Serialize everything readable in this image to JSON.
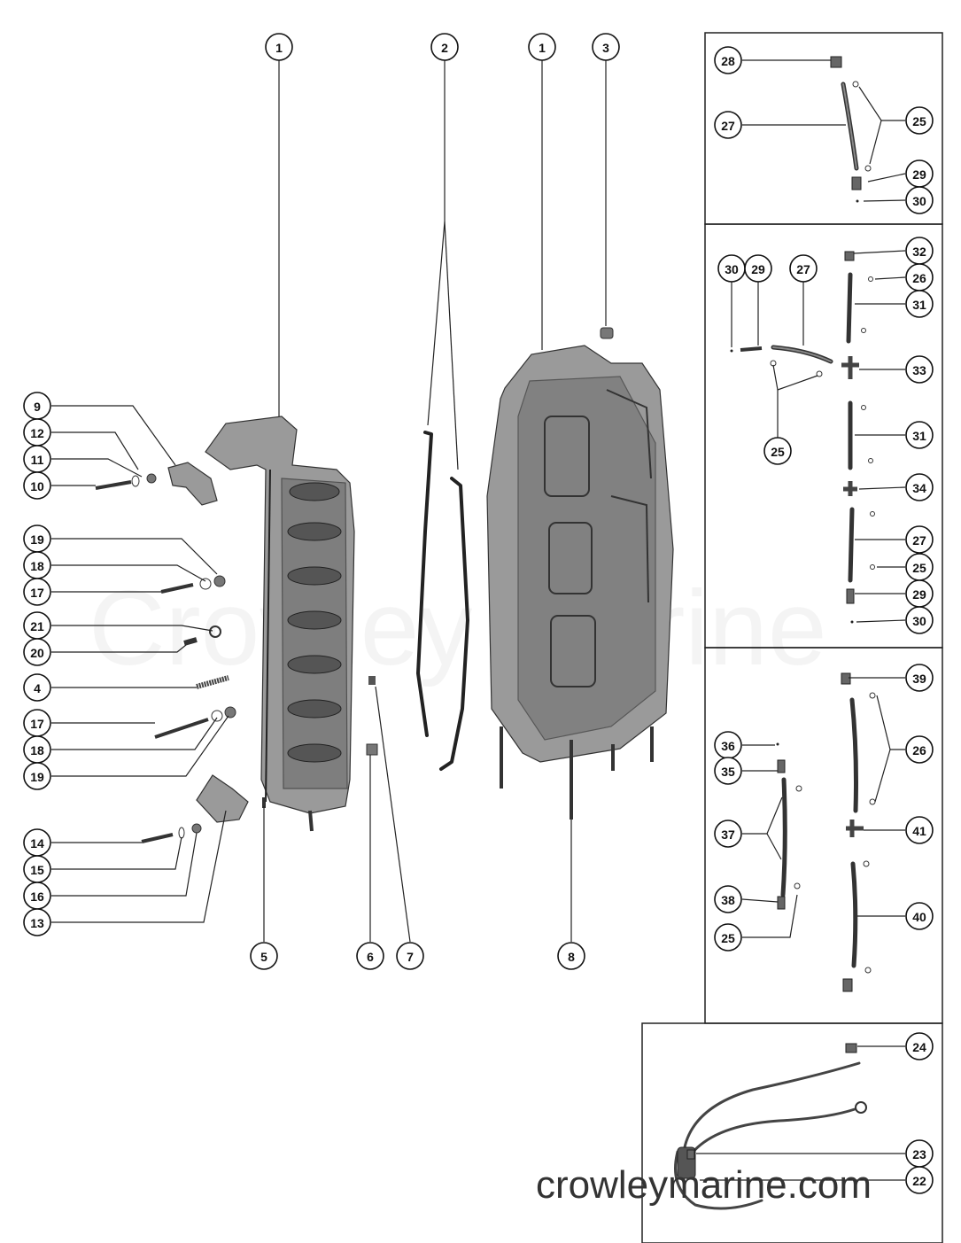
{
  "watermark_center": "Crowley Marine",
  "watermark_footer": "crowleymarine.com",
  "callouts": [
    {
      "id": "c1a",
      "label": "1"
    },
    {
      "id": "c2",
      "label": "2"
    },
    {
      "id": "c1b",
      "label": "1"
    },
    {
      "id": "c3",
      "label": "3"
    },
    {
      "id": "c9",
      "label": "9"
    },
    {
      "id": "c12",
      "label": "12"
    },
    {
      "id": "c11",
      "label": "11"
    },
    {
      "id": "c10",
      "label": "10"
    },
    {
      "id": "c19a",
      "label": "19"
    },
    {
      "id": "c18a",
      "label": "18"
    },
    {
      "id": "c17a",
      "label": "17"
    },
    {
      "id": "c21",
      "label": "21"
    },
    {
      "id": "c20",
      "label": "20"
    },
    {
      "id": "c4",
      "label": "4"
    },
    {
      "id": "c17b",
      "label": "17"
    },
    {
      "id": "c18b",
      "label": "18"
    },
    {
      "id": "c19b",
      "label": "19"
    },
    {
      "id": "c14",
      "label": "14"
    },
    {
      "id": "c15",
      "label": "15"
    },
    {
      "id": "c16",
      "label": "16"
    },
    {
      "id": "c13",
      "label": "13"
    },
    {
      "id": "c5",
      "label": "5"
    },
    {
      "id": "c6",
      "label": "6"
    },
    {
      "id": "c7",
      "label": "7"
    },
    {
      "id": "c8",
      "label": "8"
    },
    {
      "id": "c28",
      "label": "28"
    },
    {
      "id": "c27a",
      "label": "27"
    },
    {
      "id": "c25a",
      "label": "25"
    },
    {
      "id": "c29a",
      "label": "29"
    },
    {
      "id": "c30a",
      "label": "30"
    },
    {
      "id": "c30b",
      "label": "30"
    },
    {
      "id": "c29b",
      "label": "29"
    },
    {
      "id": "c27b",
      "label": "27"
    },
    {
      "id": "c32",
      "label": "32"
    },
    {
      "id": "c26a",
      "label": "26"
    },
    {
      "id": "c31a",
      "label": "31"
    },
    {
      "id": "c33",
      "label": "33"
    },
    {
      "id": "c25b",
      "label": "25"
    },
    {
      "id": "c31b",
      "label": "31"
    },
    {
      "id": "c34",
      "label": "34"
    },
    {
      "id": "c27c",
      "label": "27"
    },
    {
      "id": "c25c",
      "label": "25"
    },
    {
      "id": "c29c",
      "label": "29"
    },
    {
      "id": "c30c",
      "label": "30"
    },
    {
      "id": "c39",
      "label": "39"
    },
    {
      "id": "c36",
      "label": "36"
    },
    {
      "id": "c35",
      "label": "35"
    },
    {
      "id": "c26b",
      "label": "26"
    },
    {
      "id": "c37",
      "label": "37"
    },
    {
      "id": "c41",
      "label": "41"
    },
    {
      "id": "c38",
      "label": "38"
    },
    {
      "id": "c40",
      "label": "40"
    },
    {
      "id": "c25d",
      "label": "25"
    },
    {
      "id": "c24",
      "label": "24"
    },
    {
      "id": "c23",
      "label": "23"
    },
    {
      "id": "c22",
      "label": "22"
    }
  ]
}
